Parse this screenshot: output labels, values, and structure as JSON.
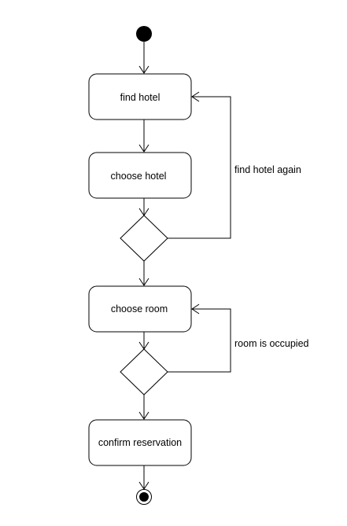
{
  "diagram": {
    "type": "uml-activity",
    "nodes": [
      {
        "id": "start",
        "kind": "initial"
      },
      {
        "id": "find",
        "kind": "action",
        "label": "find hotel"
      },
      {
        "id": "choose_hotel",
        "kind": "action",
        "label": "choose hotel"
      },
      {
        "id": "decision_1",
        "kind": "decision"
      },
      {
        "id": "choose_room",
        "kind": "action",
        "label": "choose room"
      },
      {
        "id": "decision_2",
        "kind": "decision"
      },
      {
        "id": "confirm",
        "kind": "action",
        "label": "confirm reservation"
      },
      {
        "id": "end",
        "kind": "final"
      }
    ],
    "edges": [
      {
        "from": "start",
        "to": "find"
      },
      {
        "from": "find",
        "to": "choose_hotel"
      },
      {
        "from": "choose_hotel",
        "to": "decision_1"
      },
      {
        "from": "decision_1",
        "to": "find",
        "label": "find hotel again"
      },
      {
        "from": "decision_1",
        "to": "choose_room"
      },
      {
        "from": "choose_room",
        "to": "decision_2"
      },
      {
        "from": "decision_2",
        "to": "choose_room",
        "label": "room is occupied"
      },
      {
        "from": "decision_2",
        "to": "confirm"
      },
      {
        "from": "confirm",
        "to": "end"
      }
    ],
    "colors": {
      "stroke": "#000000",
      "fill": "#ffffff"
    }
  }
}
